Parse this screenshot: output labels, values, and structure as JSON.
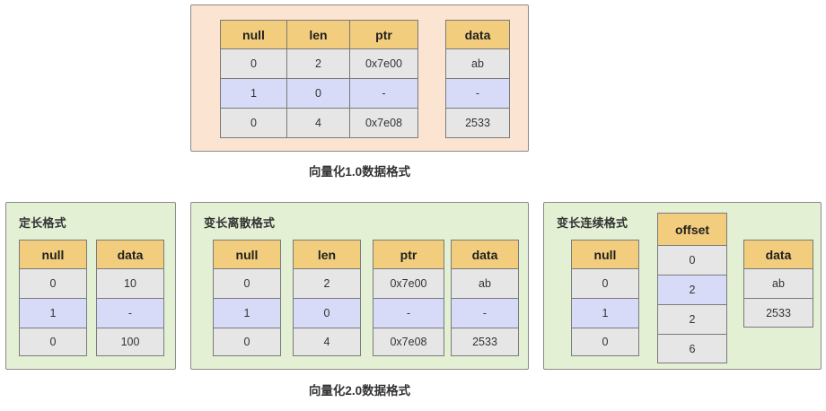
{
  "diagram": {
    "sections": [
      {
        "id": "v1",
        "caption": "向量化1.0数据格式",
        "panel_color": "#fce4d2",
        "blocks": [
          {
            "id": "v1-main",
            "merged": true,
            "columns": [
              {
                "header": "null",
                "cells": [
                  {
                    "value": "0",
                    "highlight": false
                  },
                  {
                    "value": "1",
                    "highlight": true
                  },
                  {
                    "value": "0",
                    "highlight": false
                  }
                ]
              },
              {
                "header": "len",
                "cells": [
                  {
                    "value": "2",
                    "highlight": false
                  },
                  {
                    "value": "0",
                    "highlight": true
                  },
                  {
                    "value": "4",
                    "highlight": false
                  }
                ]
              },
              {
                "header": "ptr",
                "cells": [
                  {
                    "value": "0x7e00",
                    "highlight": false
                  },
                  {
                    "value": "-",
                    "highlight": true
                  },
                  {
                    "value": "0x7e08",
                    "highlight": false
                  }
                ]
              }
            ]
          },
          {
            "id": "v1-data",
            "merged": false,
            "columns": [
              {
                "header": "data",
                "cells": [
                  {
                    "value": "ab",
                    "highlight": false
                  },
                  {
                    "value": "-",
                    "highlight": true
                  },
                  {
                    "value": "2533",
                    "highlight": false
                  }
                ]
              }
            ]
          }
        ]
      },
      {
        "id": "v2",
        "caption": "向量化2.0数据格式",
        "panel_color": "#e3f0d4",
        "groups": [
          {
            "id": "fixed",
            "label": "定长格式",
            "columns": [
              {
                "header": "null",
                "cells": [
                  {
                    "value": "0",
                    "highlight": false
                  },
                  {
                    "value": "1",
                    "highlight": true
                  },
                  {
                    "value": "0",
                    "highlight": false
                  }
                ]
              },
              {
                "header": "data",
                "cells": [
                  {
                    "value": "10",
                    "highlight": false
                  },
                  {
                    "value": "-",
                    "highlight": true
                  },
                  {
                    "value": "100",
                    "highlight": false
                  }
                ]
              }
            ]
          },
          {
            "id": "var-discrete",
            "label": "变长离散格式",
            "columns": [
              {
                "header": "null",
                "cells": [
                  {
                    "value": "0",
                    "highlight": false
                  },
                  {
                    "value": "1",
                    "highlight": true
                  },
                  {
                    "value": "0",
                    "highlight": false
                  }
                ]
              },
              {
                "header": "len",
                "cells": [
                  {
                    "value": "2",
                    "highlight": false
                  },
                  {
                    "value": "0",
                    "highlight": true
                  },
                  {
                    "value": "4",
                    "highlight": false
                  }
                ]
              },
              {
                "header": "ptr",
                "cells": [
                  {
                    "value": "0x7e00",
                    "highlight": false
                  },
                  {
                    "value": "-",
                    "highlight": true
                  },
                  {
                    "value": "0x7e08",
                    "highlight": false
                  }
                ]
              },
              {
                "header": "data",
                "cells": [
                  {
                    "value": "ab",
                    "highlight": false
                  },
                  {
                    "value": "-",
                    "highlight": true
                  },
                  {
                    "value": "2533",
                    "highlight": false
                  }
                ]
              }
            ]
          },
          {
            "id": "var-contiguous",
            "label": "变长连续格式",
            "columns": [
              {
                "header": "null",
                "cells": [
                  {
                    "value": "0",
                    "highlight": false
                  },
                  {
                    "value": "1",
                    "highlight": true
                  },
                  {
                    "value": "0",
                    "highlight": false
                  }
                ]
              },
              {
                "header": "offset",
                "cells": [
                  {
                    "value": "0",
                    "highlight": false
                  },
                  {
                    "value": "2",
                    "highlight": true
                  },
                  {
                    "value": "2",
                    "highlight": false
                  },
                  {
                    "value": "6",
                    "highlight": false
                  }
                ]
              },
              {
                "header": "data",
                "cells": [
                  {
                    "value": "ab",
                    "highlight": false
                  },
                  {
                    "value": "2533",
                    "highlight": false
                  }
                ]
              }
            ]
          }
        ]
      }
    ],
    "colors": {
      "header_fill": "#f2cd7d",
      "cell_fill": "#e6e6e6",
      "highlight_fill": "#d8dbf7",
      "peach_panel": "#fce4d2",
      "green_panel": "#e3f0d4",
      "border": "#7a7a7a"
    }
  }
}
